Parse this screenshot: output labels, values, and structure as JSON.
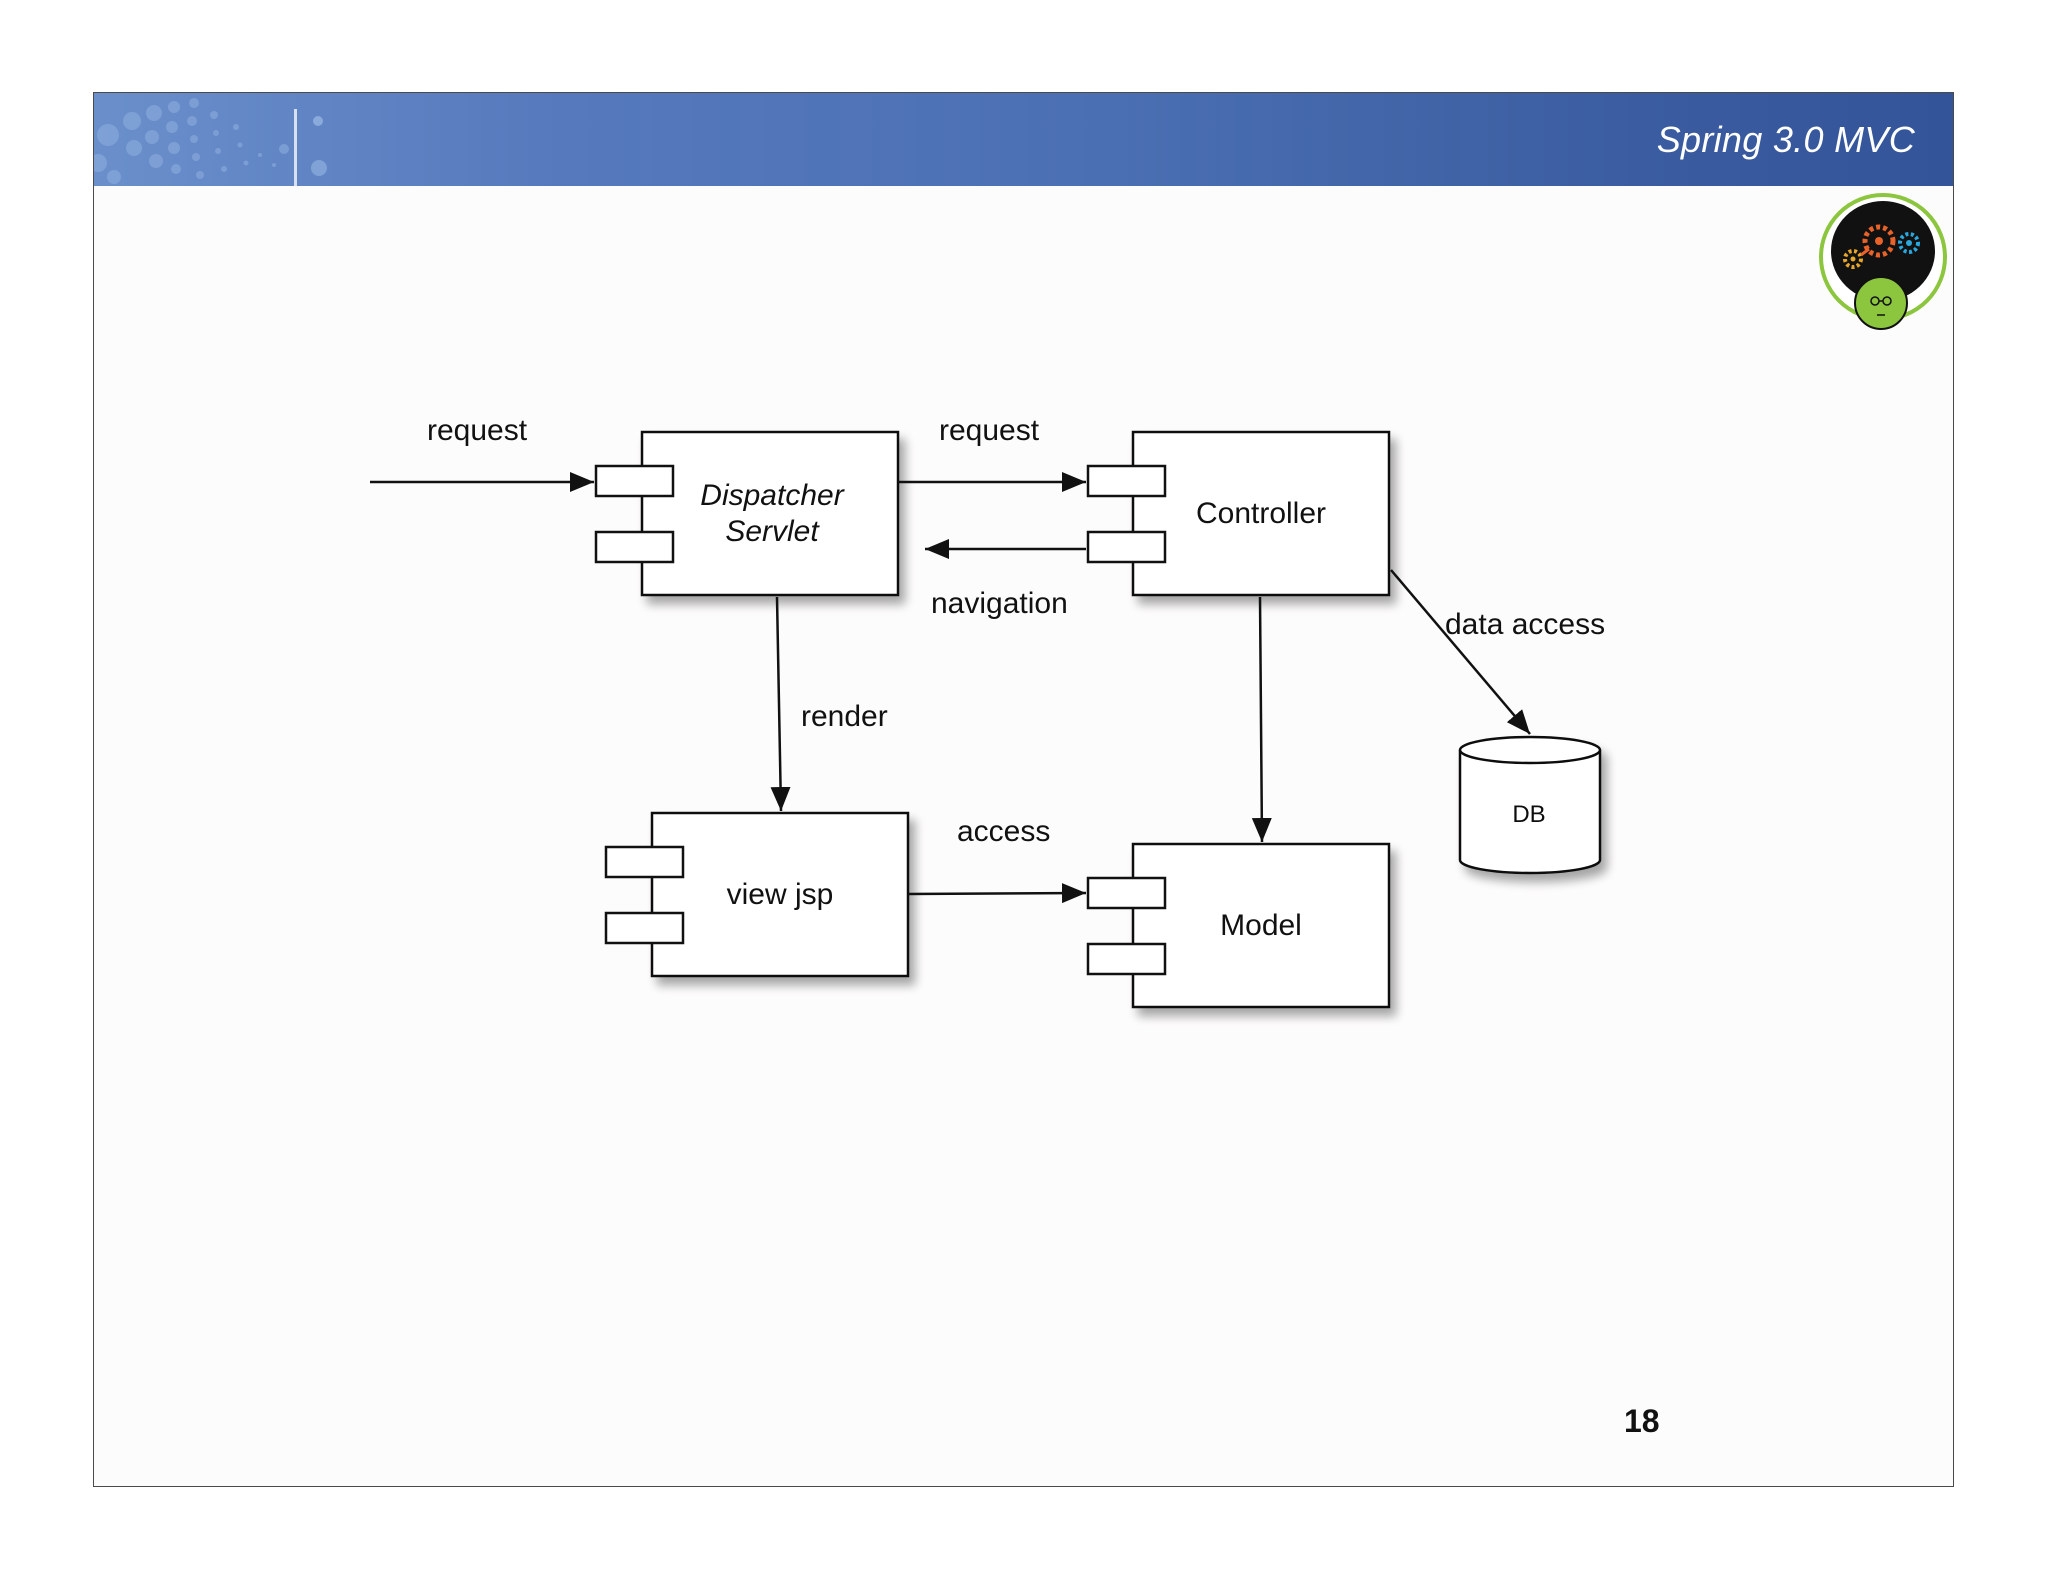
{
  "header": {
    "title": "Spring 3.0 MVC"
  },
  "diagram": {
    "components": {
      "dispatcher_servlet": [
        "Dispatcher",
        "Servlet"
      ],
      "controller": "Controller",
      "view_jsp": "view jsp",
      "model": "Model",
      "db": "DB"
    },
    "edges": {
      "incoming_request": "request",
      "dispatcher_to_controller": "request",
      "controller_to_dispatcher": "navigation",
      "dispatcher_to_view": "render",
      "view_to_model": "access",
      "controller_to_db": "data access"
    }
  },
  "footer": {
    "page_number": "18"
  },
  "colors": {
    "header_start": "#6a8fca",
    "header_end": "#34549a",
    "logo_ring": "#8cc63f",
    "logo_face": "#8cc63f",
    "gear_orange": "#e8622a",
    "gear_blue": "#29a8e0"
  }
}
